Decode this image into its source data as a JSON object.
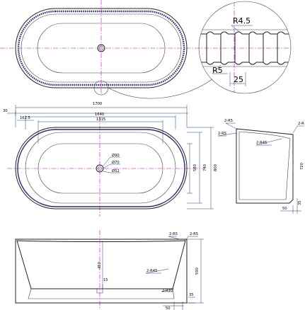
{
  "detail": {
    "r_top": "R4.5",
    "r_bottom": "R5",
    "pitch": "25"
  },
  "plan": {
    "overall_length": "1700",
    "offset_left": "30",
    "inner_length": "1640",
    "edge_offset": "162.5",
    "basin_length": "1315",
    "drain_d1": "Ø90",
    "drain_d2": "Ø70",
    "drain_d3": "Ø52",
    "width_inner": "580",
    "width_mid": "740",
    "width_outer": "800"
  },
  "end_section": {
    "radius_top_1": "2-R5",
    "radius_top_2": "2-R5",
    "radius_inner": "2-R45",
    "depth_label": "720",
    "foot_height": "35",
    "foot_width": "50",
    "edge_label": "2-R"
  },
  "side_section": {
    "radius_top_1": "2-R5",
    "radius_top_2": "2-R5",
    "depth": "450",
    "height": "590",
    "radius_inner": "2-R45",
    "floor": "15",
    "radius_bottom": "2-R10",
    "base_height": "35",
    "foot_width": "50"
  },
  "colors": {
    "outline": "#222222",
    "dimension": "#1a3a8a",
    "centerline": "#d000d0"
  }
}
